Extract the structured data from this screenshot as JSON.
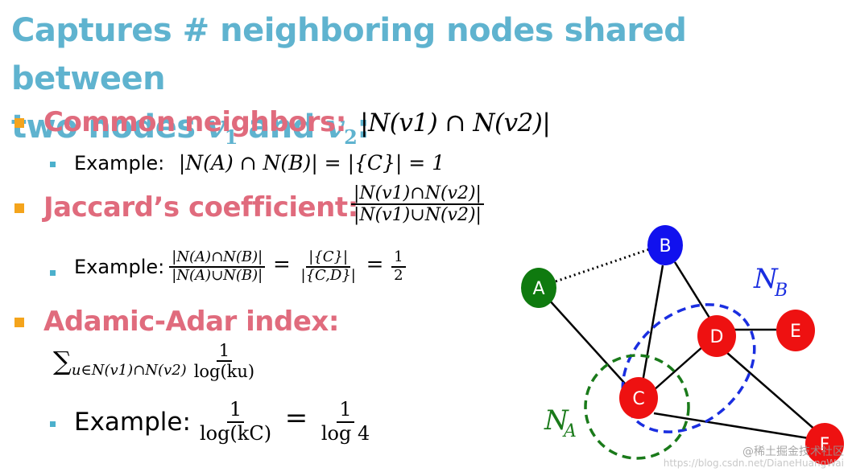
{
  "title": {
    "line1": "Captures # neighboring nodes shared between",
    "line2_text": "two nodes ",
    "v": "v",
    "sub1": "1",
    "and": " and ",
    "sub2": "2",
    "colon": ":"
  },
  "common": {
    "heading": "Common neighbors:",
    "formula": "|N(v1) ∩ N(v2)|",
    "example_label": "Example:",
    "example_formula": "|N(A) ∩ N(B)| = |{C}| = 1"
  },
  "jaccard": {
    "heading": "Jaccard’s coefficient:",
    "num": "|N(v1)∩N(v2)|",
    "den": "|N(v1)∪N(v2)|",
    "example_label": "Example:",
    "ex_num1": "|N(A)∩N(B)|",
    "ex_den1": "|N(A)∪N(B)|",
    "eq": "=",
    "ex_num2": "|{C}|",
    "ex_den2": "|{C,D}|",
    "ex_num3": "1",
    "ex_den3": "2"
  },
  "adamic": {
    "heading": "Adamic-Adar index:",
    "sum_symbol": "∑",
    "sum_sub": "u∈N(v1)∩N(v2)",
    "num": "1",
    "den": "log(ku)",
    "example_label": "Example:",
    "ex_num1": "1",
    "ex_den1": "log(kC)",
    "eq": "=",
    "ex_num2": "1",
    "ex_den2": "log 4"
  },
  "graph": {
    "nodes": [
      {
        "id": "A",
        "color": "#0f7a0f"
      },
      {
        "id": "B",
        "color": "#1111ee"
      },
      {
        "id": "C",
        "color": "#ee1111"
      },
      {
        "id": "D",
        "color": "#ee1111"
      },
      {
        "id": "E",
        "color": "#ee1111"
      },
      {
        "id": "F",
        "color": "#ee1111"
      }
    ],
    "label_NB": "N",
    "label_NB_sub": "B",
    "label_NA": "N",
    "label_NA_sub": "A",
    "nb_color": "#1a2ee0",
    "na_color": "#1a7a1a"
  },
  "watermark": "@稀土掘金技术社区",
  "watermark_url": "https://blog.csdn.net/DianeHuangWai"
}
